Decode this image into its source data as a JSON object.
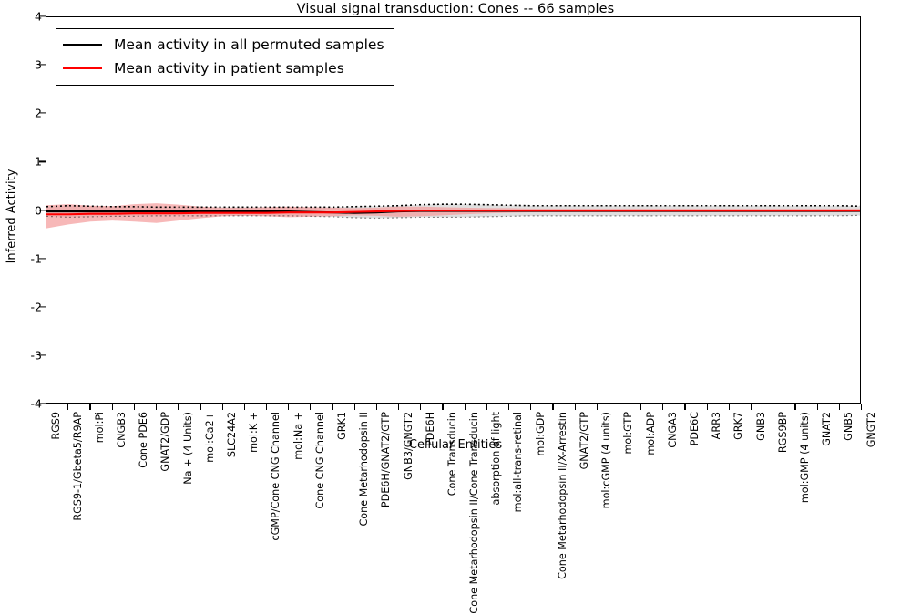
{
  "chart_data": {
    "type": "line",
    "title": "Visual signal transduction: Cones -- 66 samples",
    "xlabel": "Cellular Entities",
    "ylabel": "Inferred Activity",
    "ylim": [
      -4,
      4
    ],
    "yticks": [
      "-4",
      "-3",
      "-2",
      "-1",
      "0",
      "1",
      "2",
      "3",
      "4"
    ],
    "ytick_values": [
      -4,
      -3,
      -2,
      -1,
      0,
      1,
      2,
      3,
      4
    ],
    "grid": false,
    "legend_position": "upper left",
    "n_samples": 66,
    "categories": [
      "RGS9",
      "RGS9-1/Gbeta5/R9AP",
      "mol:Pi",
      "CNGB3",
      "Cone PDE6",
      "GNAT2/GDP",
      "Na + (4 Units)",
      "mol:Ca2+",
      "SLC24A2",
      "mol:K +",
      "cGMP/Cone CNG Channel",
      "mol:Na +",
      "Cone CNG Channel",
      "GRK1",
      "Cone Metarhodopsin II",
      "PDE6H/GNAT2/GTP",
      "GNB3/GNGT2",
      "PDE6H",
      "Cone Transducin",
      "Cone Metarhodopsin II/Cone Transducin",
      "absorption of light",
      "mol:all-trans-retinal",
      "mol:GDP",
      "Cone Metarhodopsin II/X-Arrestin",
      "GNAT2/GTP",
      "mol:cGMP (4 units)",
      "mol:GTP",
      "mol:ADP",
      "CNGA3",
      "PDE6C",
      "ARR3",
      "GRK7",
      "GNB3",
      "RGS9BP",
      "mol:GMP (4 units)",
      "GNAT2",
      "GNB5",
      "GNGT2"
    ],
    "series": [
      {
        "name": "Mean activity in all permuted samples",
        "color": "#000000",
        "values": [
          -0.03,
          -0.03,
          -0.03,
          -0.03,
          -0.03,
          -0.03,
          -0.03,
          -0.03,
          -0.03,
          -0.03,
          -0.03,
          -0.03,
          -0.04,
          -0.05,
          -0.06,
          -0.05,
          -0.03,
          -0.02,
          -0.02,
          -0.02,
          -0.02,
          -0.02,
          -0.02,
          -0.02,
          -0.02,
          -0.02,
          -0.02,
          -0.02,
          -0.02,
          -0.02,
          -0.02,
          -0.02,
          -0.02,
          -0.02,
          -0.02,
          -0.02,
          -0.02,
          -0.02
        ],
        "band_upper": [
          0.07,
          0.09,
          0.08,
          0.07,
          0.07,
          0.06,
          0.06,
          0.06,
          0.06,
          0.06,
          0.06,
          0.06,
          0.06,
          0.06,
          0.07,
          0.08,
          0.09,
          0.11,
          0.12,
          0.12,
          0.11,
          0.1,
          0.09,
          0.09,
          0.09,
          0.09,
          0.09,
          0.09,
          0.09,
          0.09,
          0.09,
          0.09,
          0.09,
          0.09,
          0.09,
          0.09,
          0.09,
          0.08
        ],
        "band_lower": [
          -0.13,
          -0.15,
          -0.14,
          -0.13,
          -0.13,
          -0.12,
          -0.12,
          -0.12,
          -0.12,
          -0.12,
          -0.12,
          -0.12,
          -0.13,
          -0.14,
          -0.16,
          -0.17,
          -0.16,
          -0.15,
          -0.15,
          -0.15,
          -0.14,
          -0.13,
          -0.12,
          -0.12,
          -0.12,
          -0.12,
          -0.12,
          -0.12,
          -0.12,
          -0.12,
          -0.12,
          -0.12,
          -0.12,
          -0.12,
          -0.12,
          -0.12,
          -0.12,
          -0.11
        ]
      },
      {
        "name": "Mean activity in patient samples",
        "color": "#ff0000",
        "values": [
          -0.09,
          -0.09,
          -0.08,
          -0.08,
          -0.07,
          -0.07,
          -0.07,
          -0.06,
          -0.06,
          -0.06,
          -0.06,
          -0.05,
          -0.05,
          -0.05,
          -0.04,
          -0.03,
          -0.02,
          -0.01,
          -0.01,
          -0.01,
          -0.01,
          -0.01,
          -0.01,
          -0.01,
          -0.01,
          -0.01,
          -0.01,
          -0.01,
          -0.01,
          -0.01,
          -0.01,
          -0.01,
          -0.01,
          -0.01,
          -0.01,
          -0.01,
          -0.01,
          -0.01
        ],
        "band_upper": [
          0.1,
          0.12,
          0.09,
          0.08,
          0.12,
          0.14,
          0.11,
          0.07,
          0.05,
          0.05,
          0.06,
          0.07,
          0.06,
          0.05,
          0.04,
          0.05,
          0.07,
          0.07,
          0.06,
          0.05,
          0.04,
          0.04,
          0.03,
          0.03,
          0.03,
          0.03,
          0.03,
          0.03,
          0.03,
          0.03,
          0.03,
          0.03,
          0.03,
          0.03,
          0.03,
          0.03,
          0.03,
          0.03
        ],
        "band_lower": [
          -0.38,
          -0.3,
          -0.24,
          -0.22,
          -0.24,
          -0.27,
          -0.22,
          -0.17,
          -0.13,
          -0.12,
          -0.13,
          -0.15,
          -0.14,
          -0.13,
          -0.11,
          -0.12,
          -0.14,
          -0.13,
          -0.11,
          -0.09,
          -0.07,
          -0.06,
          -0.05,
          -0.05,
          -0.05,
          -0.05,
          -0.05,
          -0.05,
          -0.05,
          -0.05,
          -0.05,
          -0.05,
          -0.05,
          -0.05,
          -0.05,
          -0.05,
          -0.05,
          -0.04
        ]
      }
    ],
    "colors": {
      "permuted_line": "#000000",
      "permuted_band": "#d9d9d9",
      "patient_line": "#ff0000",
      "patient_band": "#f4a0a0",
      "axis": "#000000",
      "background": "#ffffff"
    }
  },
  "legend": {
    "items": [
      {
        "label": "Mean activity in all permuted samples",
        "color": "#000000"
      },
      {
        "label": "Mean activity in patient samples",
        "color": "#ff0000"
      }
    ]
  }
}
